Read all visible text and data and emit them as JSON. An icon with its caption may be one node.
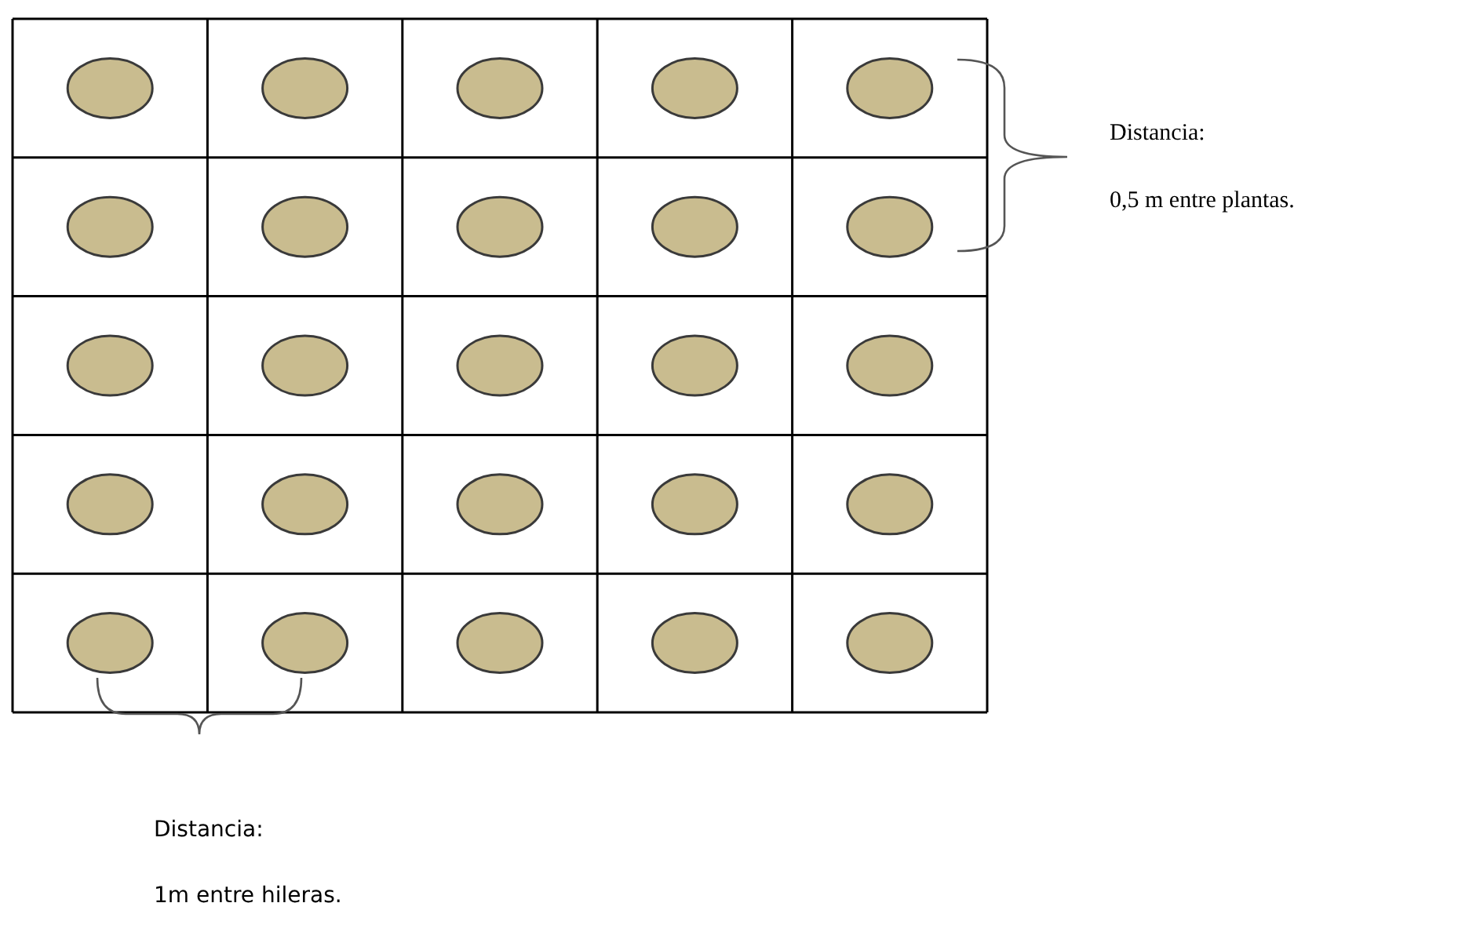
{
  "diagram": {
    "labels": [
      "Distancia:",
      "0,5 m entre plantas.",
      "Distancia:",
      "1m entre hileras."
    ]
  }
}
